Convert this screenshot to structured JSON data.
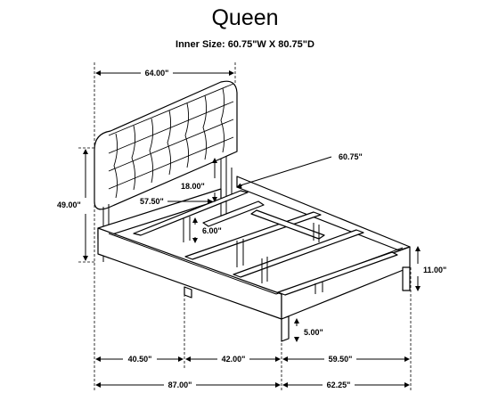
{
  "title": "Queen",
  "subtitle": "Inner Size: 60.75\"W X 80.75\"D",
  "dimensions": {
    "headboard_width": "64.00\"",
    "inner_width": "60.75\"",
    "total_height": "49.00\"",
    "headboard_height": "18.00\"",
    "headboard_to_rail": "57.50\"",
    "slat_height": "6.00\"",
    "side_height": "11.00\"",
    "leg_height": "5.00\"",
    "leg_span_1": "40.50\"",
    "leg_span_2": "42.00\"",
    "footboard_depth": "59.50\"",
    "total_length": "87.00\"",
    "total_width": "62.25\""
  }
}
